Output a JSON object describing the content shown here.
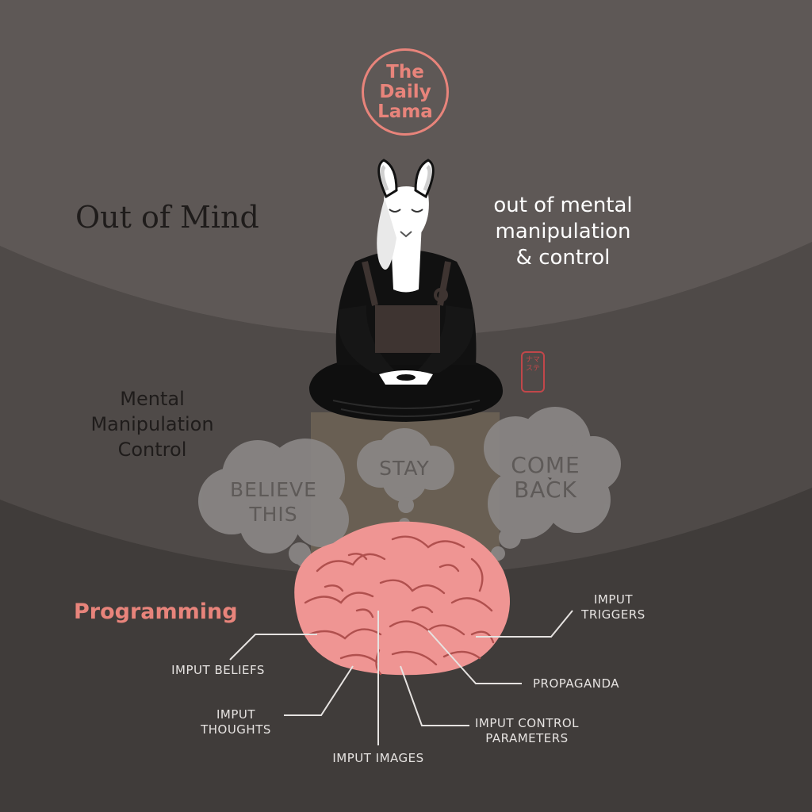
{
  "logo": {
    "line1": "The",
    "line2": "Daily",
    "line3": "Lama"
  },
  "heading_left": "Out of Mind",
  "heading_right": {
    "line1": "out of mental",
    "line2": "manipulation",
    "line3": "& control"
  },
  "side_label": {
    "line1": "Mental",
    "line2": "Manipulation",
    "line3": "Control"
  },
  "programming_label": "Programming",
  "thought_bubbles": {
    "left": {
      "line1": "BELIEVE",
      "line2": "THIS"
    },
    "center": "STAY",
    "right": {
      "line1": "COME",
      "line2": "BACK"
    }
  },
  "callouts": {
    "beliefs": "IMPUT BELIEFS",
    "thoughts": {
      "line1": "IMPUT",
      "line2": "THOUGHTS"
    },
    "images": "IMPUT IMAGES",
    "control": {
      "line1": "IMPUT CONTROL",
      "line2": "PARAMETERS"
    },
    "propaganda": "PROPAGANDA",
    "triggers": {
      "line1": "IMPUT",
      "line2": "TRIGGERS"
    }
  },
  "seal_text": "ナマステ",
  "colors": {
    "band_top": "#5e5856",
    "band_middle": "#4f4a48",
    "band_bottom": "#403c3a",
    "accent_pink": "#e8847b",
    "brain_pink": "#ef9593",
    "robe_black": "#111111",
    "apron_brown": "#3e3431",
    "cloud_grey": "#8b8887"
  },
  "icons": [
    "llama-monk-illustration",
    "brain-illustration",
    "thought-cloud",
    "seal-stamp"
  ]
}
